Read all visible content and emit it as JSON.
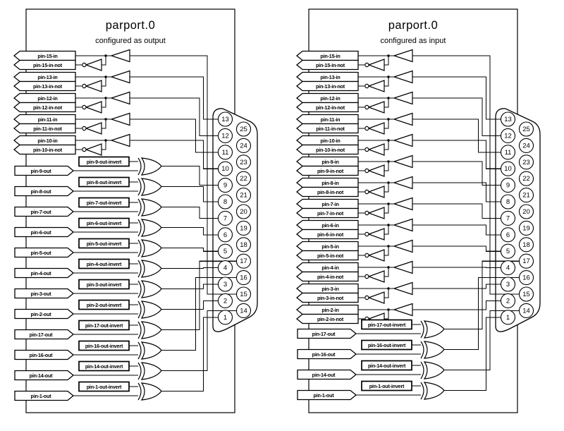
{
  "diagram": "parport HAL component pinout",
  "colors": {
    "line": "#000000",
    "background": "#ffffff"
  },
  "symbols": {
    "buffer_gate": "left-pointing-triangle",
    "inverter_gate": "left-pointing-triangle-with-bubble",
    "xor_gate": "xor-gate-shape",
    "connector": "db25-connector"
  },
  "panels": [
    {
      "title": "parport.0",
      "subtitle": "configured as output",
      "rows": [
        {
          "type": "in",
          "pin": 15,
          "label": "pin-15-in",
          "not_label": "pin-15-in-not"
        },
        {
          "type": "in",
          "pin": 13,
          "label": "pin-13-in",
          "not_label": "pin-13-in-not"
        },
        {
          "type": "in",
          "pin": 12,
          "label": "pin-12-in",
          "not_label": "pin-12-in-not"
        },
        {
          "type": "in",
          "pin": 11,
          "label": "pin-11-in",
          "not_label": "pin-11-in-not"
        },
        {
          "type": "in",
          "pin": 10,
          "label": "pin-10-in",
          "not_label": "pin-10-in-not"
        },
        {
          "type": "out",
          "pin": 9,
          "label": "pin-9-out",
          "invert_label": "pin-9-out-invert"
        },
        {
          "type": "out",
          "pin": 8,
          "label": "pin-8-out",
          "invert_label": "pin-8-out-invert"
        },
        {
          "type": "out",
          "pin": 7,
          "label": "pin-7-out",
          "invert_label": "pin-7-out-invert"
        },
        {
          "type": "out",
          "pin": 6,
          "label": "pin-6-out",
          "invert_label": "pin-6-out-invert"
        },
        {
          "type": "out",
          "pin": 5,
          "label": "pin-5-out",
          "invert_label": "pin-5-out-invert"
        },
        {
          "type": "out",
          "pin": 4,
          "label": "pin-4-out",
          "invert_label": "pin-4-out-invert"
        },
        {
          "type": "out",
          "pin": 3,
          "label": "pin-3-out",
          "invert_label": "pin-3-out-invert"
        },
        {
          "type": "out",
          "pin": 2,
          "label": "pin-2-out",
          "invert_label": "pin-2-out-invert"
        },
        {
          "type": "out",
          "pin": 17,
          "label": "pin-17-out",
          "invert_label": "pin-17-out-invert"
        },
        {
          "type": "out",
          "pin": 16,
          "label": "pin-16-out",
          "invert_label": "pin-16-out-invert"
        },
        {
          "type": "out",
          "pin": 14,
          "label": "pin-14-out",
          "invert_label": "pin-14-out-invert"
        },
        {
          "type": "out",
          "pin": 1,
          "label": "pin-1-out",
          "invert_label": "pin-1-out-invert"
        }
      ],
      "connector": {
        "left_pins": [
          13,
          12,
          11,
          10,
          9,
          8,
          7,
          6,
          5,
          4,
          3,
          2,
          1
        ],
        "right_pins": [
          25,
          24,
          23,
          22,
          21,
          20,
          19,
          18,
          17,
          16,
          15,
          14
        ]
      }
    },
    {
      "title": "parport.0",
      "subtitle": "configured as input",
      "rows": [
        {
          "type": "in",
          "pin": 15,
          "label": "pin-15-in",
          "not_label": "pin-15-in-not"
        },
        {
          "type": "in",
          "pin": 13,
          "label": "pin-13-in",
          "not_label": "pin-13-in-not"
        },
        {
          "type": "in",
          "pin": 12,
          "label": "pin-12-in",
          "not_label": "pin-12-in-not"
        },
        {
          "type": "in",
          "pin": 11,
          "label": "pin-11-in",
          "not_label": "pin-11-in-not"
        },
        {
          "type": "in",
          "pin": 10,
          "label": "pin-10-in",
          "not_label": "pin-10-in-not"
        },
        {
          "type": "in",
          "pin": 9,
          "label": "pin-9-in",
          "not_label": "pin-9-in-not"
        },
        {
          "type": "in",
          "pin": 8,
          "label": "pin-8-in",
          "not_label": "pin-8-in-not"
        },
        {
          "type": "in",
          "pin": 7,
          "label": "pin-7-in",
          "not_label": "pin-7-in-not"
        },
        {
          "type": "in",
          "pin": 6,
          "label": "pin-6-in",
          "not_label": "pin-6-in-not"
        },
        {
          "type": "in",
          "pin": 5,
          "label": "pin-5-in",
          "not_label": "pin-5-in-not"
        },
        {
          "type": "in",
          "pin": 4,
          "label": "pin-4-in",
          "not_label": "pin-4-in-not"
        },
        {
          "type": "in",
          "pin": 3,
          "label": "pin-3-in",
          "not_label": "pin-3-in-not"
        },
        {
          "type": "in",
          "pin": 2,
          "label": "pin-2-in",
          "not_label": "pin-2-in-not"
        },
        {
          "type": "out",
          "pin": 17,
          "label": "pin-17-out",
          "invert_label": "pin-17-out-invert"
        },
        {
          "type": "out",
          "pin": 16,
          "label": "pin-16-out",
          "invert_label": "pin-16-out-invert"
        },
        {
          "type": "out",
          "pin": 14,
          "label": "pin-14-out",
          "invert_label": "pin-14-out-invert"
        },
        {
          "type": "out",
          "pin": 1,
          "label": "pin-1-out",
          "invert_label": "pin-1-out-invert"
        }
      ],
      "connector": {
        "left_pins": [
          13,
          12,
          11,
          10,
          9,
          8,
          7,
          6,
          5,
          4,
          3,
          2,
          1
        ],
        "right_pins": [
          25,
          24,
          23,
          22,
          21,
          20,
          19,
          18,
          17,
          16,
          15,
          14
        ]
      }
    }
  ]
}
